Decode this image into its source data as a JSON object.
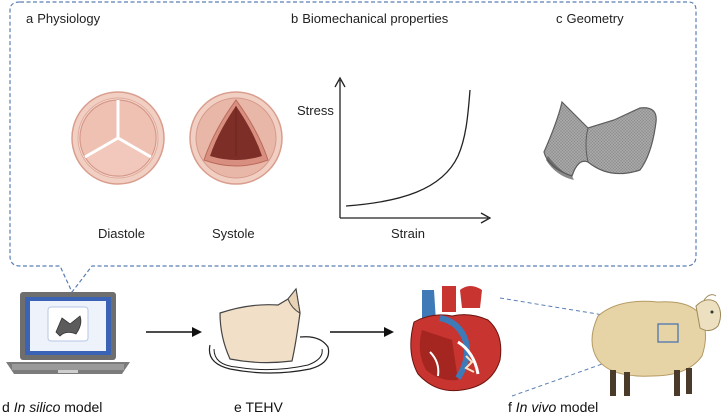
{
  "panels": {
    "a": {
      "letter": "a",
      "title": "Physiology",
      "diastole_label": "Diastole",
      "systole_label": "Systole"
    },
    "b": {
      "letter": "b",
      "title": "Biomechanical properties",
      "y_axis_label": "Stress",
      "x_axis_label": "Strain"
    },
    "c": {
      "letter": "c",
      "title": "Geometry"
    },
    "d": {
      "letter": "d",
      "title_italic": "In silico",
      "title_rest": "model"
    },
    "e": {
      "letter": "e",
      "title": "TEHV"
    },
    "f": {
      "letter": "f",
      "title_italic": "In vivo",
      "title_rest": "model"
    }
  },
  "colors": {
    "frame": "#5b7fb5",
    "valve_outer": "#f0c9be",
    "valve_leaflet": "#e8b3a4",
    "valve_dark": "#7a2f28",
    "geometry_gray": "#a9a9a9",
    "laptop_body": "#6e6e6e",
    "laptop_screen": "#3b63b5",
    "tehv_fill": "#f1dfc8",
    "sheep_wool": "#e6d3a6"
  }
}
